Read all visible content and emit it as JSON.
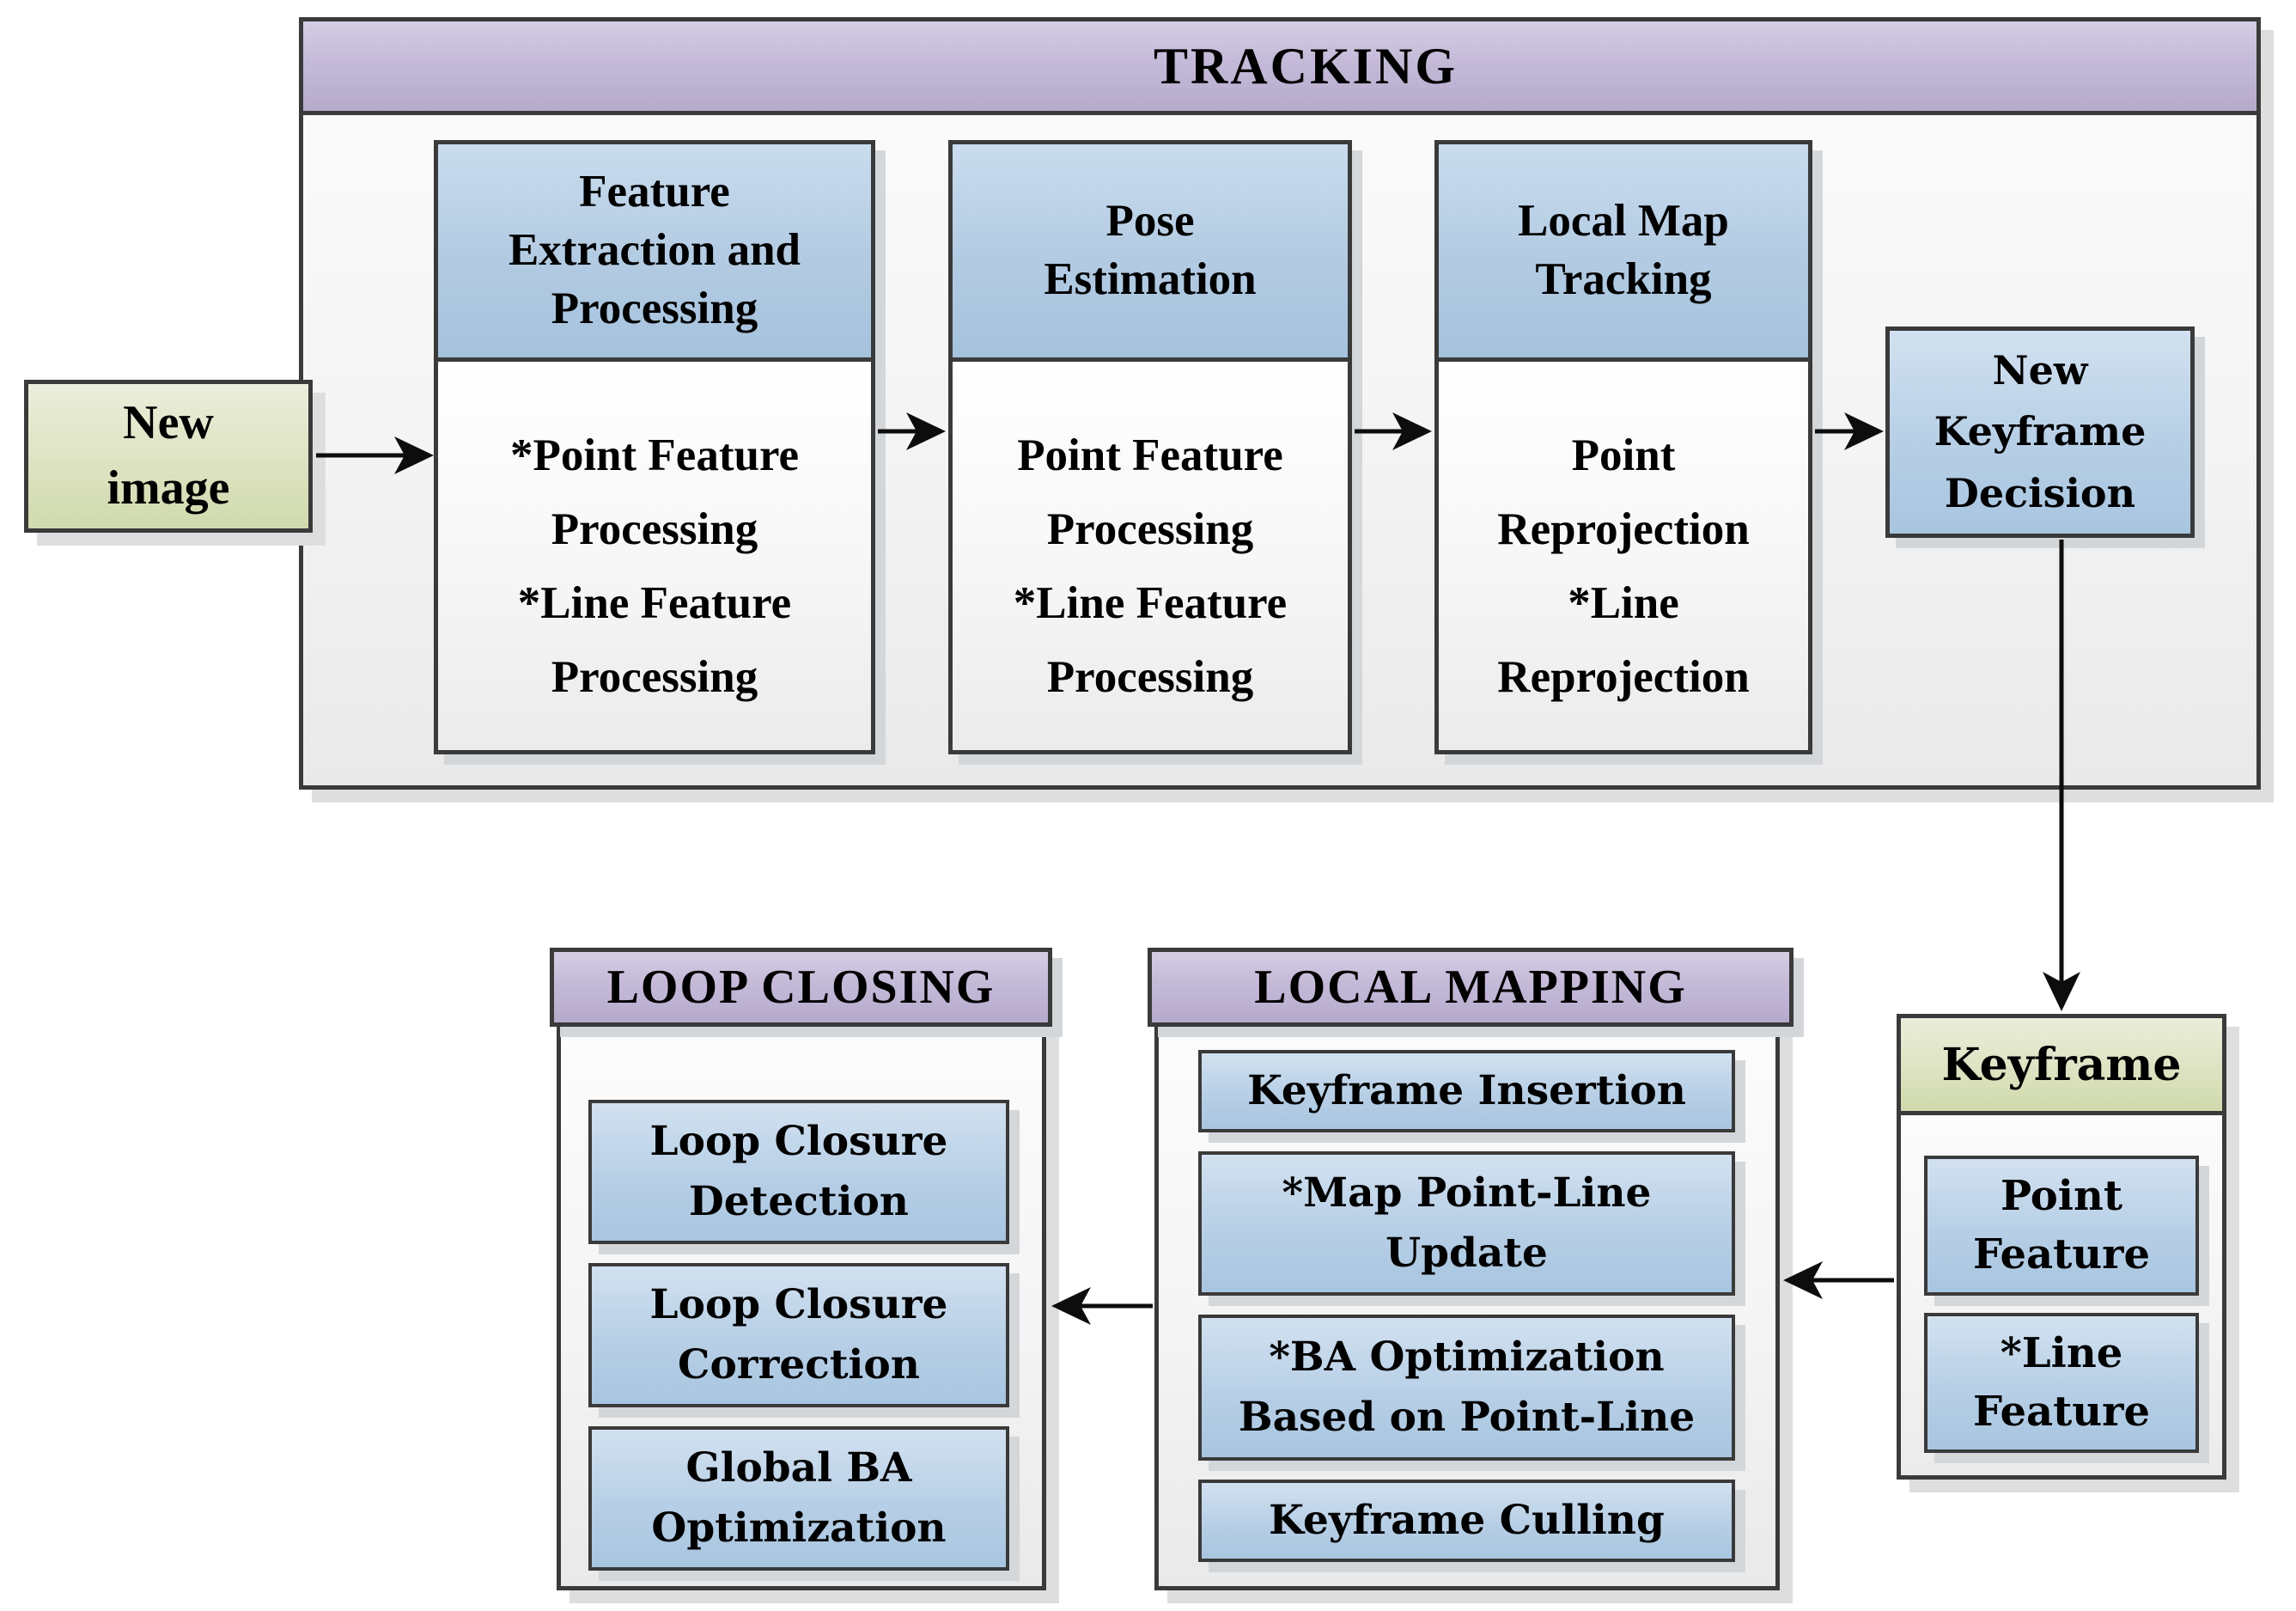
{
  "diagram": {
    "new_image": {
      "label": "New\nimage"
    },
    "tracking": {
      "title": "TRACKING",
      "columns": [
        {
          "title": "Feature\nExtraction and\nProcessing",
          "body": "*Point Feature\nProcessing\n*Line Feature\nProcessing"
        },
        {
          "title": "Pose\nEstimation",
          "body": "Point Feature\nProcessing\n*Line Feature\nProcessing"
        },
        {
          "title": "Local Map\nTracking",
          "body": "Point\nReprojection\n*Line\nReprojection"
        }
      ],
      "new_keyframe_decision": {
        "label": "New\nKeyframe\nDecision"
      }
    },
    "keyframe": {
      "title": "Keyframe",
      "items": [
        {
          "label": "Point\nFeature"
        },
        {
          "label": "*Line\nFeature"
        }
      ]
    },
    "local_mapping": {
      "title": "LOCAL MAPPING",
      "items": [
        {
          "label": "Keyframe Insertion"
        },
        {
          "label": "*Map Point-Line\nUpdate"
        },
        {
          "label": "*BA Optimization\nBased on Point-Line"
        },
        {
          "label": "Keyframe Culling"
        }
      ]
    },
    "loop_closing": {
      "title": "LOOP CLOSING",
      "items": [
        {
          "label": "Loop Closure\nDetection"
        },
        {
          "label": "Loop Closure\nCorrection"
        },
        {
          "label": "Global BA\nOptimization"
        }
      ]
    },
    "colors": {
      "purple_header": "#c4bad8",
      "blue_box": "#b7cfe6",
      "green_box": "#dde3c2",
      "panel_background": "#f4f4f4",
      "border": "#3a3a3a",
      "arrow": "#0d0d0d"
    }
  }
}
